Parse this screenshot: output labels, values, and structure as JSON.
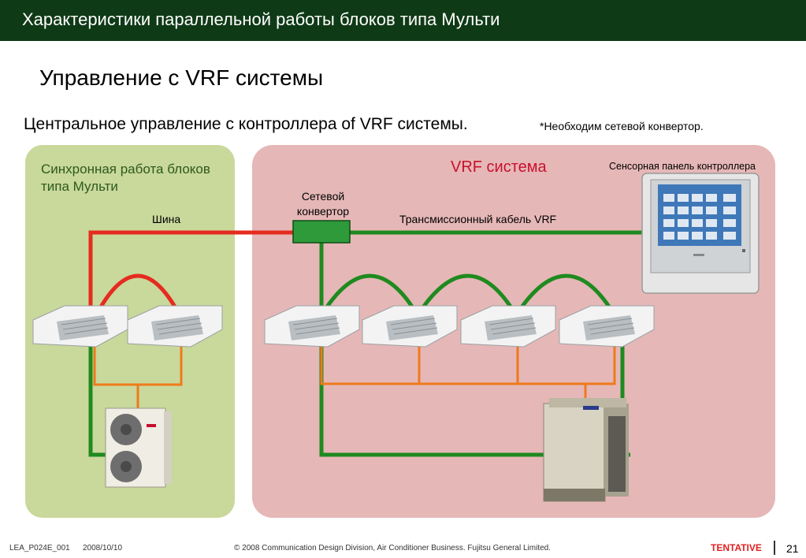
{
  "header": {
    "title": "Характеристики параллельной работы блоков типа Мульти"
  },
  "heading": "Управление с VRF системы",
  "subtitle": "Центральное управление с контроллера of VRF системы.",
  "note": "*Необходим сетевой конвертор.",
  "diagram": {
    "multi_label": "Синхронная работа блоков типа Мульти",
    "vrf_label": "VRF система",
    "touch_panel_label": "Сенсорная панель контроллера",
    "converter_label": "Сетевой конвертор",
    "bus_label": "Шина",
    "cable_label": "Трансмиссионный кабель VRF"
  },
  "colors": {
    "header_bg": "#0f3a16",
    "multi_panel": "#c9d89b",
    "vrf_panel": "#e6b7b7",
    "bus_line": "#e52b1f",
    "vrf_line": "#1f8a1f",
    "refrigerant_line": "#ef7a1a"
  },
  "footer": {
    "doc_id": "LEA_P024E_001",
    "date": "2008/10/10",
    "copyright": "© 2008  Communication Design Division, Air Conditioner Business. Fujitsu General Limited.",
    "status": "TENTATIVE",
    "page": "21"
  }
}
